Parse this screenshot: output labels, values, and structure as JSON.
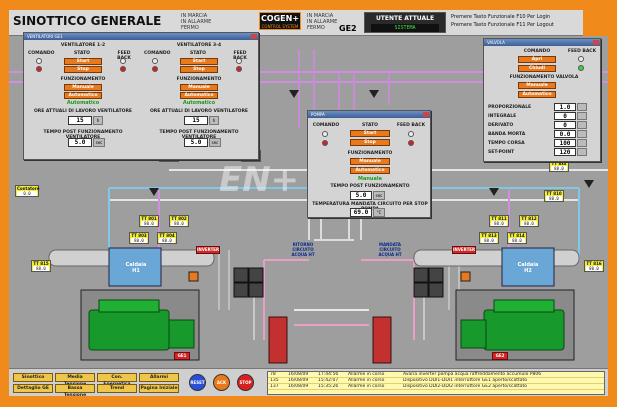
{
  "app": {
    "title": "SINOTTICO GENERALE",
    "logo_text": "COGEN+",
    "logo_sub": "CONTROL SYSTEM",
    "unit_label": "GE2",
    "user_label": "UTENTE ATTUALE",
    "user_value": "SISTEMA",
    "header_messages": [
      "Premere Tasto Funzionale F10 Per Login",
      "Premere Tasto Funzionale F11 Per Logout"
    ],
    "legend_left": [
      "IN MARCIA",
      "IN ALLARME",
      "FERMO"
    ],
    "legend_right": [
      "IN MARCIA",
      "IN ALLARME",
      "FERMO"
    ]
  },
  "panel_fans": {
    "title": "VENTILATORI GE1",
    "groups": [
      {
        "name": "VENTILATORE 1-2",
        "comando": "COMANDO",
        "stato": "STATO",
        "feedback": "FEED BACK",
        "start": "Start",
        "stop": "Stop",
        "funzionamento": "FUNZIONAMENTO",
        "manuale": "Manuale",
        "automatico": "Automatico",
        "mode_value": "Automatico",
        "ore_label": "ORE ATTUALI DI LAVORO VENTILATORE",
        "ore_value": "15",
        "ore_unit": "h",
        "tempo_label": "TEMPO POST FUNZIONAMENTO VENTILATORE",
        "tempo_value": "5.0",
        "tempo_unit": "sec"
      },
      {
        "name": "VENTILATORE 3-4",
        "comando": "COMANDO",
        "stato": "STATO",
        "feedback": "FEED BACK",
        "start": "Start",
        "stop": "Stop",
        "funzionamento": "FUNZIONAMENTO",
        "manuale": "Manuale",
        "automatico": "Automatico",
        "mode_value": "Automatico",
        "ore_label": "ORE ATTUALI DI LAVORO VENTILATORE",
        "ore_value": "15",
        "ore_unit": "h",
        "tempo_label": "TEMPO POST FUNZIONAMENTO VENTILATORE",
        "tempo_value": "5.0",
        "tempo_unit": "sec"
      }
    ]
  },
  "panel_pump": {
    "title": "POMPA",
    "comando": "COMANDO",
    "stato": "STATO",
    "feedback": "FEED BACK",
    "start": "Start",
    "stop": "Stop",
    "funzionamento": "FUNZIONAMENTO",
    "manuale": "Manuale",
    "automatico": "Automatico",
    "mode_value": "Manuale",
    "tempo_label": "TEMPO POST FUNZIONAMENTO",
    "tempo_value": "5.0",
    "tempo_unit": "sec",
    "temp_label": "TEMPERATURA MANDATA CIRCUITO PER STOP POMPA",
    "temp_value": "69.0",
    "temp_unit": "°C"
  },
  "panel_valve": {
    "title": "VALVOLA",
    "comando": "COMANDO",
    "feedback": "FEED BACK",
    "apri": "Apri",
    "chiudi": "Chiudi",
    "funzionamento": "FUNZIONAMENTO VALVOLA",
    "manuale": "Manuale",
    "automatico": "Automatico",
    "params": [
      {
        "label": "PROPORZIONALE",
        "value": "1.0"
      },
      {
        "label": "INTEGRALE",
        "value": "0"
      },
      {
        "label": "DERIVATO",
        "value": "0"
      },
      {
        "label": "BANDA MORTA",
        "value": "0.0"
      },
      {
        "label": "TEMPO CORSA",
        "value": "100"
      },
      {
        "label": "SET-POINT",
        "value": "120"
      }
    ]
  },
  "tags": {
    "tt805": {
      "name": "TT 805",
      "value": "80.0"
    },
    "tt806": {
      "name": "TT 806",
      "value": "80.0"
    },
    "tt8xx": {
      "name": "TT 8xx",
      "value": "80.0"
    },
    "tt810": {
      "name": "TT 810",
      "value": "80.0"
    },
    "tt801": {
      "name": "TT 801",
      "value": "80.0"
    },
    "tt802": {
      "name": "TT 802",
      "value": "80.0"
    },
    "tt803": {
      "name": "TT 803",
      "value": "80.0"
    },
    "tt804": {
      "name": "TT 804",
      "value": "80.0"
    },
    "tt811": {
      "name": "TT 811",
      "value": "80.0"
    },
    "tt812": {
      "name": "TT 812",
      "value": "80.0"
    },
    "tt813": {
      "name": "TT 813",
      "value": "80.0"
    },
    "tt814": {
      "name": "TT 814",
      "value": "80.0"
    },
    "tt815": {
      "name": "TT 815",
      "value": "80.0"
    },
    "tt816": {
      "name": "TT 816",
      "value": "80.0"
    },
    "contatore": {
      "name": "Contatore",
      "value": "0.0"
    }
  },
  "labels": {
    "inverter_l": "INVERTER",
    "inverter_r": "INVERTER",
    "ritorno": "RITORNO CIRCUITO ACQUA HT",
    "mandata": "MANDATA CIRCUITO ACQUA HT",
    "caldaia1": "Caldaia H1",
    "caldaia2": "Caldaia H2",
    "ge1": "GE1",
    "ge2": "GE2",
    "watermark": "EN+"
  },
  "footer": {
    "buttons_row1": [
      "Sinottico",
      "Media Tensione",
      "Con. Energetica",
      "Allarmi"
    ],
    "buttons_row2": [
      "Dettaglio GE",
      "Bassa Tensione",
      "Trend",
      "Pagina Iniziale"
    ],
    "circle_buttons": [
      "RESET",
      "ACK",
      "STOP"
    ],
    "alarms": [
      {
        "id": "78",
        "date": "16/08/09",
        "time": "17:44:56",
        "state": "Allarme in corso",
        "text": "Avaria inverter pompa acqua raffreddamento accumulo P806"
      },
      {
        "id": "135",
        "date": "16/08/09",
        "time": "15:42:07",
        "state": "Allarme in corso",
        "text": "Dispositivo DDI1-DDI1 interruttore GE1 aperto/scattato"
      },
      {
        "id": "137",
        "date": "16/08/09",
        "time": "15:35:26",
        "state": "Allarme in corso",
        "text": "Dispositivo DDI2-DDI2 interruttore GE2 aperto/scattato"
      }
    ]
  }
}
